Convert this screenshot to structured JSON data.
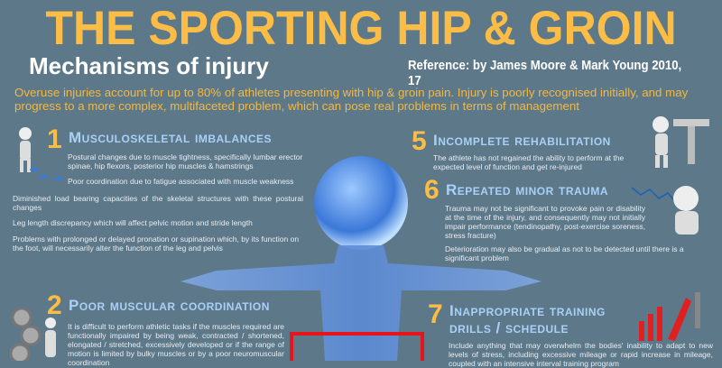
{
  "title": "THE SPORTING HIP & GROIN",
  "subtitle": "Mechanisms of injury",
  "reference": "Reference: by James Moore & Mark Young 2010, 17",
  "intro": "Overuse injuries account for up to 80% of athletes presenting with hip & groin pain. Injury is poorly recognised initially, and may progress to a more complex, multifaceted problem, which can pose real problems in terms of management",
  "sections": [
    {
      "number": "1",
      "heading": "Musculoskeletal imbalances",
      "points": [
        "Postural changes due to muscle tightness, specifically lumbar erector spinae, hip flexors, posterior hip muscles &   hamstrings",
        "Poor coordination due to fatigue associated with muscle weakness",
        "Diminished load bearing capacities of the skeletal structures with these postural changes",
        "Leg length discrepancy which will affect pelvic motion and stride length",
        "Problems with prolonged or delayed pronation or supination which, by its function on the foot, will necessarily alter the function of the leg and pelvis"
      ]
    },
    {
      "number": "2",
      "heading": "Poor muscular coordination",
      "points": [
        "It is difficult to perform athletic tasks if the muscles required are functionally impaired by being weak,  contracted / shortened, elongated / stretched, excessively developed or if the range of motion is limited by bulky muscles or by a poor neuromuscular coordination"
      ]
    },
    {
      "number": "5",
      "heading": "Incomplete rehabilitation",
      "points": [
        "The athlete has not regained the ability to perform at the expected level of function and get re-injured"
      ]
    },
    {
      "number": "6",
      "heading": "Repeated minor trauma",
      "points": [
        "Trauma may not be significant to provoke pain or disability at the time of the injury, and consequently may not initially impair performance (tendinopathy, post-exercise soreness, stress fracture)",
        "Deterioration may also be gradual as not to be detected until there is a significant problem"
      ]
    },
    {
      "number": "7",
      "heading": "Inappropriate training drills / schedule",
      "points": [
        "Include anything that may overwhelm the bodies' inability to adapt to new levels of stress, including excessive mileage or rapid increase in mileage, coupled with an intensive interval training program"
      ]
    }
  ],
  "colors": {
    "background": "#5d7889",
    "title": "#fbbd45",
    "heading": "#a9d0f7",
    "highlight": "#e8141c"
  }
}
